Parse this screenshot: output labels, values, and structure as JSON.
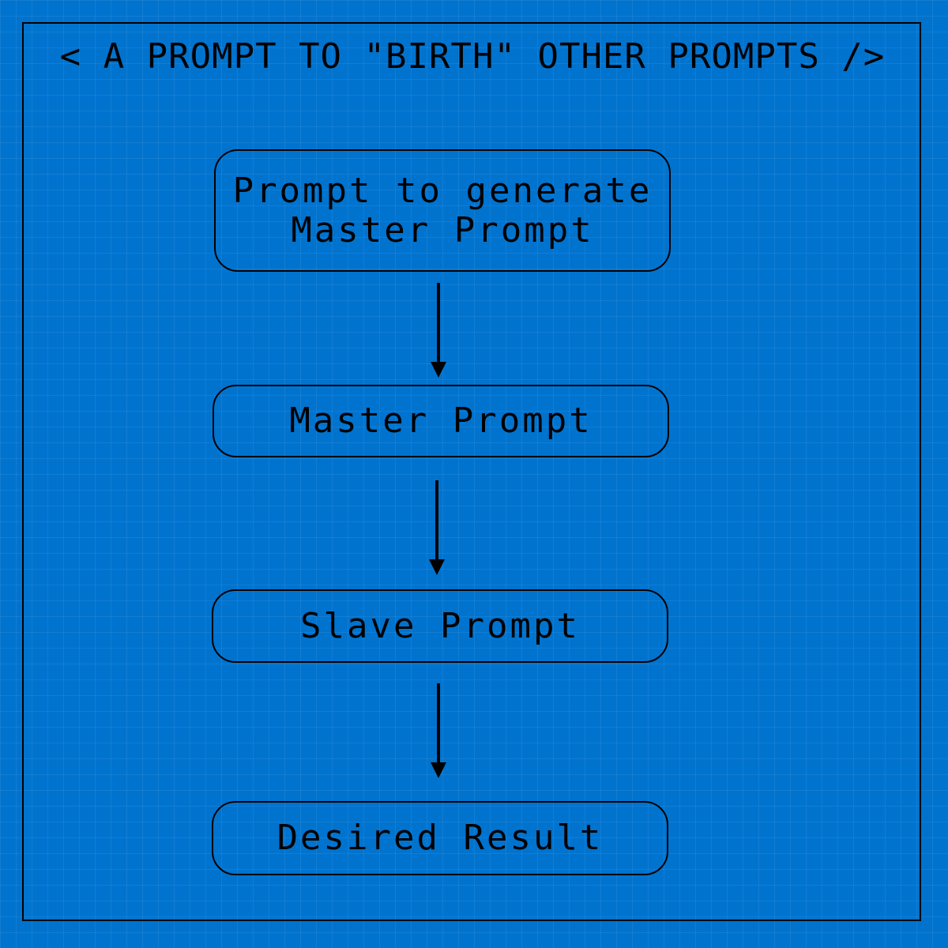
{
  "title": "< A PROMPT TO \"BIRTH\" OTHER PROMPTS />",
  "nodes": [
    {
      "line1": "Prompt to generate",
      "line2": "Master Prompt"
    },
    {
      "line1": "Master Prompt"
    },
    {
      "line1": "Slave Prompt"
    },
    {
      "line1": "Desired Result"
    }
  ],
  "colors": {
    "background": "#0073cf",
    "ink": "#000000"
  }
}
